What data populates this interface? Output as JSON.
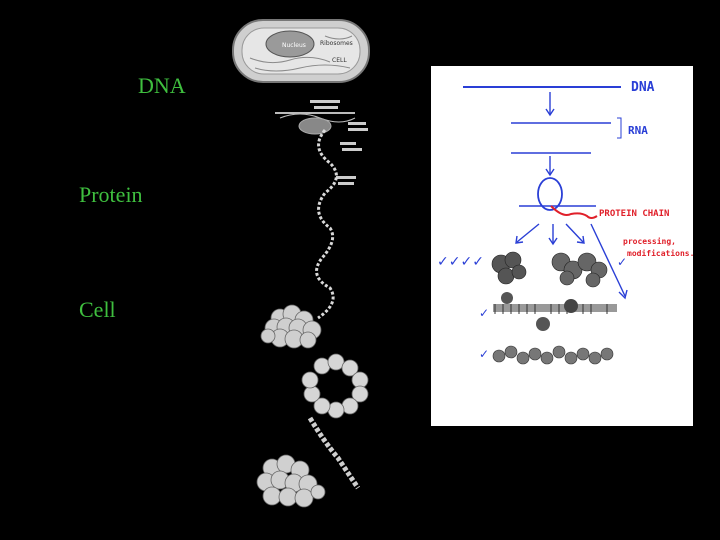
{
  "slide": {
    "labels": {
      "dna": "DNA",
      "protein": "Protein",
      "cell": "Cell"
    }
  },
  "left_figure": {
    "cell_labels": {
      "ribosomes": "Ribosomes",
      "cell": "CELL",
      "nucleus": "Nucleus"
    }
  },
  "right_figure": {
    "annotations": {
      "dna": "DNA",
      "rna": "RNA",
      "protein_chain": "PROTEIN CHAIN",
      "processing": "processing,",
      "modifications": "modifications..."
    },
    "colors": {
      "ink": "#2a3fd6",
      "chain": "#e0202a",
      "label_green": "#3fbf3f"
    }
  }
}
